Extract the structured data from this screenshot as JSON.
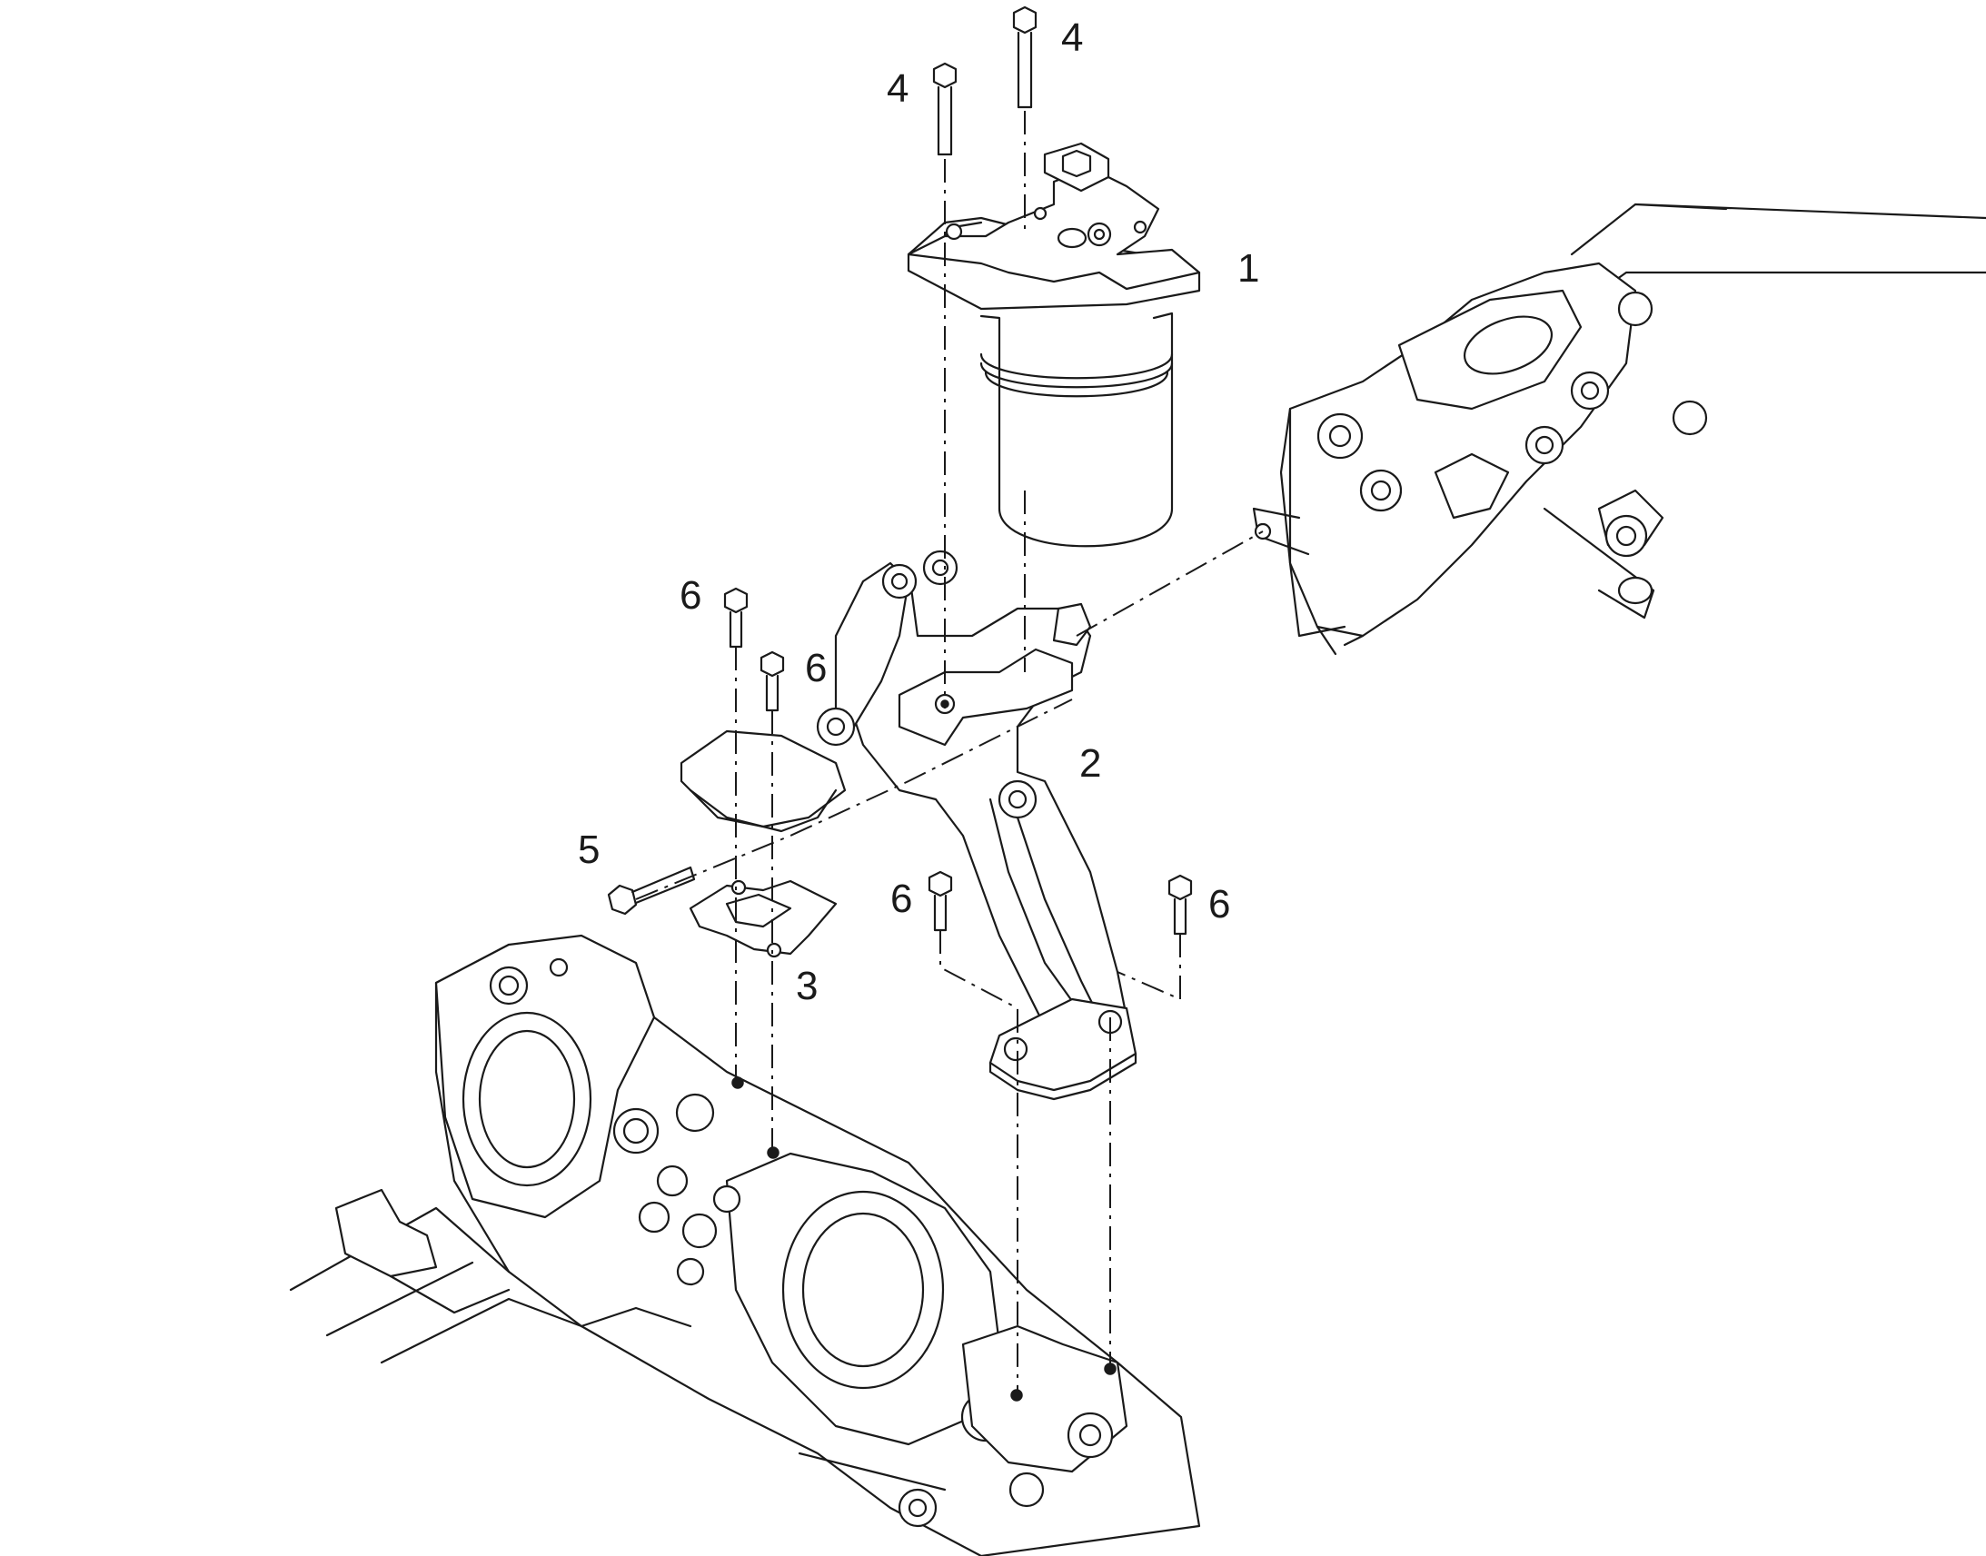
{
  "diagram": {
    "callouts": [
      "1",
      "2",
      "3",
      "4",
      "4",
      "5",
      "6",
      "6",
      "6",
      "6"
    ]
  }
}
